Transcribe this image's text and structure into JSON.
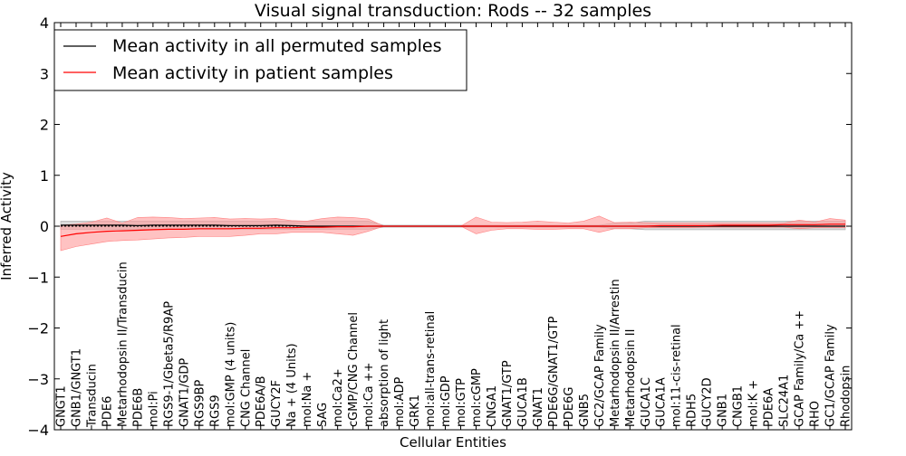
{
  "chart_data": {
    "type": "line",
    "title": "Visual signal transduction: Rods -- 32 samples",
    "xlabel": "Cellular Entities",
    "ylabel": "Inferred Activity",
    "ylim": [
      -4,
      4
    ],
    "yticks": [
      -4,
      -3,
      -2,
      -1,
      0,
      1,
      2,
      3,
      4
    ],
    "ytick_labels": [
      "−4",
      "−3",
      "−2",
      "−1",
      "0",
      "1",
      "2",
      "3",
      "4"
    ],
    "grid": false,
    "legend_position": "top-left",
    "categories": [
      "GNGT1",
      "GNB1/GNGT1",
      "Transducin",
      "PDE6",
      "Metarhodopsin II/Transducin",
      "PDE6B",
      "mol:Pi",
      "RGS9-1/Gbeta5/R9AP",
      "GNAT1/GDP",
      "RGS9BP",
      "RGS9",
      "mol:GMP (4 units)",
      "CNG Channel",
      "PDE6A/B",
      "GUCY2F",
      "Na + (4 Units)",
      "mol:Na +",
      "SAG",
      "mol:Ca2+",
      "cGMP/CNG Channel",
      "mol:Ca ++",
      "absorption of light",
      "mol:ADP",
      "GRK1",
      "mol:all-trans-retinal",
      "mol:GDP",
      "mol:GTP",
      "mol:cGMP",
      "CNGA1",
      "GNAT1/GTP",
      "GUCA1B",
      "GNAT1",
      "PDE6G/GNAT1/GTP",
      "PDE6G",
      "GNB5",
      "GC2/GCAP Family",
      "Metarhodopsin II/Arrestin",
      "Metarhodopsin II",
      "GUCA1C",
      "GUCA1A",
      "mol:11-cis-retinal",
      "RDH5",
      "GUCY2D",
      "GNB1",
      "CNGB1",
      "mol:K +",
      "PDE6A",
      "SLC24A1",
      "GCAP Family/Ca ++",
      "RHO",
      "GC1/GCAP Family",
      "Rhodopsin"
    ],
    "series": [
      {
        "name": "Mean activity in all permuted samples",
        "color": "#000000",
        "values": [
          0.02,
          0.02,
          0.02,
          0.02,
          0.02,
          0.01,
          0.02,
          0.02,
          0.02,
          0.02,
          0.02,
          0.01,
          0.01,
          0.01,
          0.02,
          0.01,
          0.0,
          0.0,
          0.0,
          0.0,
          0.0,
          0.0,
          0.0,
          0.0,
          0.0,
          0.0,
          0.0,
          0.0,
          0.0,
          0.0,
          0.0,
          0.0,
          0.0,
          0.0,
          0.0,
          0.0,
          0.0,
          0.0,
          0.0,
          0.0,
          0.0,
          0.0,
          0.0,
          0.0,
          0.0,
          0.0,
          0.0,
          0.0,
          0.0,
          0.0,
          0.0,
          0.0
        ],
        "band_lower": [
          -0.06,
          -0.06,
          -0.06,
          -0.06,
          -0.06,
          -0.06,
          -0.06,
          -0.06,
          -0.06,
          -0.06,
          -0.06,
          -0.06,
          -0.06,
          -0.06,
          -0.06,
          -0.06,
          -0.06,
          -0.06,
          -0.06,
          -0.06,
          -0.06,
          -0.02,
          -0.02,
          -0.02,
          -0.02,
          -0.02,
          -0.02,
          -0.02,
          -0.02,
          -0.02,
          -0.02,
          -0.02,
          -0.02,
          -0.02,
          -0.02,
          -0.02,
          -0.05,
          -0.05,
          -0.07,
          -0.07,
          -0.07,
          -0.07,
          -0.07,
          -0.07,
          -0.07,
          -0.07,
          -0.07,
          -0.07,
          -0.07,
          -0.07,
          -0.07,
          -0.07
        ],
        "band_upper": [
          0.1,
          0.1,
          0.1,
          0.1,
          0.1,
          0.1,
          0.1,
          0.1,
          0.1,
          0.1,
          0.1,
          0.1,
          0.1,
          0.1,
          0.1,
          0.1,
          0.1,
          0.1,
          0.1,
          0.1,
          0.1,
          0.02,
          0.02,
          0.02,
          0.02,
          0.02,
          0.02,
          0.02,
          0.02,
          0.02,
          0.02,
          0.02,
          0.02,
          0.02,
          0.02,
          0.02,
          0.06,
          0.06,
          0.1,
          0.1,
          0.1,
          0.1,
          0.1,
          0.1,
          0.1,
          0.1,
          0.1,
          0.1,
          0.1,
          0.1,
          0.1,
          0.1
        ],
        "band_color": "#cccccc"
      },
      {
        "name": "Mean activity in patient samples",
        "color": "#ff0000",
        "values": [
          -0.2,
          -0.15,
          -0.12,
          -0.1,
          -0.09,
          -0.08,
          -0.07,
          -0.06,
          -0.06,
          -0.05,
          -0.05,
          -0.05,
          -0.04,
          -0.04,
          -0.03,
          -0.03,
          -0.02,
          -0.02,
          -0.01,
          -0.01,
          0.0,
          0.0,
          0.0,
          0.0,
          0.0,
          0.0,
          0.0,
          0.0,
          0.0,
          0.0,
          0.0,
          0.0,
          0.0,
          0.0,
          0.0,
          0.0,
          0.0,
          0.0,
          0.0,
          0.01,
          0.01,
          0.01,
          0.01,
          0.02,
          0.02,
          0.02,
          0.02,
          0.03,
          0.03,
          0.03,
          0.04,
          0.04
        ],
        "band_lower": [
          -0.48,
          -0.4,
          -0.35,
          -0.3,
          -0.28,
          -0.27,
          -0.25,
          -0.23,
          -0.22,
          -0.2,
          -0.2,
          -0.2,
          -0.18,
          -0.15,
          -0.15,
          -0.12,
          -0.12,
          -0.12,
          -0.15,
          -0.18,
          -0.1,
          0.0,
          0.0,
          0.0,
          0.0,
          0.0,
          0.0,
          -0.15,
          -0.08,
          -0.05,
          -0.05,
          -0.06,
          -0.06,
          -0.05,
          -0.05,
          -0.12,
          -0.05,
          -0.05,
          -0.03,
          -0.03,
          -0.03,
          -0.03,
          -0.02,
          -0.02,
          -0.02,
          -0.02,
          -0.02,
          -0.02,
          -0.05,
          -0.03,
          -0.03,
          -0.03
        ],
        "band_upper": [
          0.02,
          0.04,
          0.08,
          0.16,
          0.06,
          0.17,
          0.18,
          0.17,
          0.15,
          0.16,
          0.17,
          0.14,
          0.15,
          0.14,
          0.15,
          0.11,
          0.1,
          0.15,
          0.18,
          0.17,
          0.14,
          0.0,
          0.0,
          0.0,
          0.0,
          0.0,
          0.0,
          0.18,
          0.08,
          0.07,
          0.08,
          0.1,
          0.08,
          0.06,
          0.1,
          0.2,
          0.07,
          0.08,
          0.07,
          0.06,
          0.06,
          0.06,
          0.06,
          0.06,
          0.06,
          0.06,
          0.06,
          0.06,
          0.12,
          0.08,
          0.15,
          0.12
        ],
        "band_color": "#ff9999"
      }
    ]
  }
}
